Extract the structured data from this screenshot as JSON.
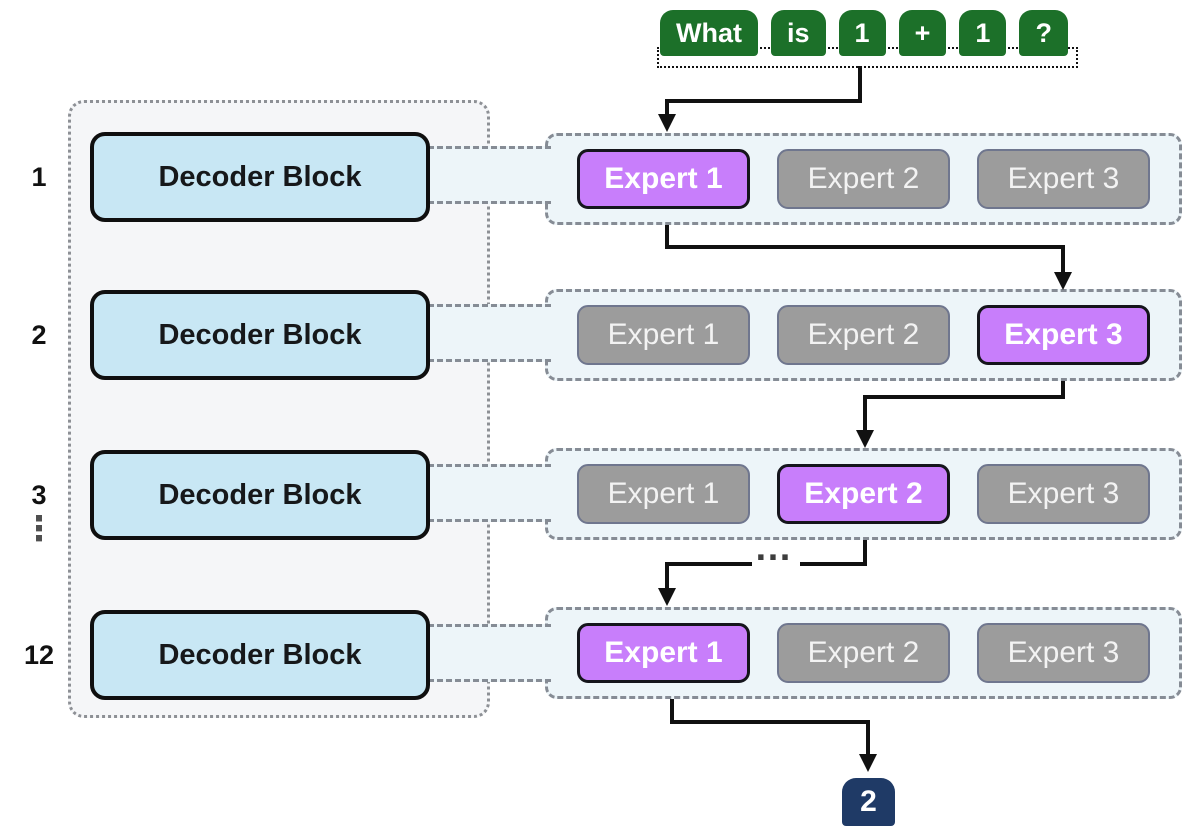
{
  "diagram": {
    "input": {
      "tokens": [
        "What",
        "is",
        "1",
        "+",
        "1",
        "?"
      ]
    },
    "left_panel": {
      "layers": [
        {
          "index": "1",
          "block_label": "Decoder Block"
        },
        {
          "index": "2",
          "block_label": "Decoder Block"
        },
        {
          "index": "3",
          "block_label": "Decoder Block"
        },
        {
          "index": "12",
          "block_label": "Decoder Block"
        }
      ],
      "ellipsis": "⋮"
    },
    "expert_rows": [
      {
        "experts": [
          {
            "label": "Expert 1",
            "active": true
          },
          {
            "label": "Expert 2",
            "active": false
          },
          {
            "label": "Expert 3",
            "active": false
          }
        ]
      },
      {
        "experts": [
          {
            "label": "Expert 1",
            "active": false
          },
          {
            "label": "Expert 2",
            "active": false
          },
          {
            "label": "Expert 3",
            "active": true
          }
        ]
      },
      {
        "experts": [
          {
            "label": "Expert 1",
            "active": false
          },
          {
            "label": "Expert 2",
            "active": true
          },
          {
            "label": "Expert 3",
            "active": false
          }
        ]
      },
      {
        "experts": [
          {
            "label": "Expert 1",
            "active": true
          },
          {
            "label": "Expert 2",
            "active": false
          },
          {
            "label": "Expert 3",
            "active": false
          }
        ]
      }
    ],
    "flow_ellipsis": "…",
    "output": {
      "label": "2"
    },
    "colors": {
      "token_green": "#1c7029",
      "active_purple": "#c87efb",
      "inactive_gray": "#9c9c9c",
      "decoder_blue": "#c8e7f4",
      "output_navy": "#1f3a66",
      "arrow_black": "#111111"
    }
  }
}
